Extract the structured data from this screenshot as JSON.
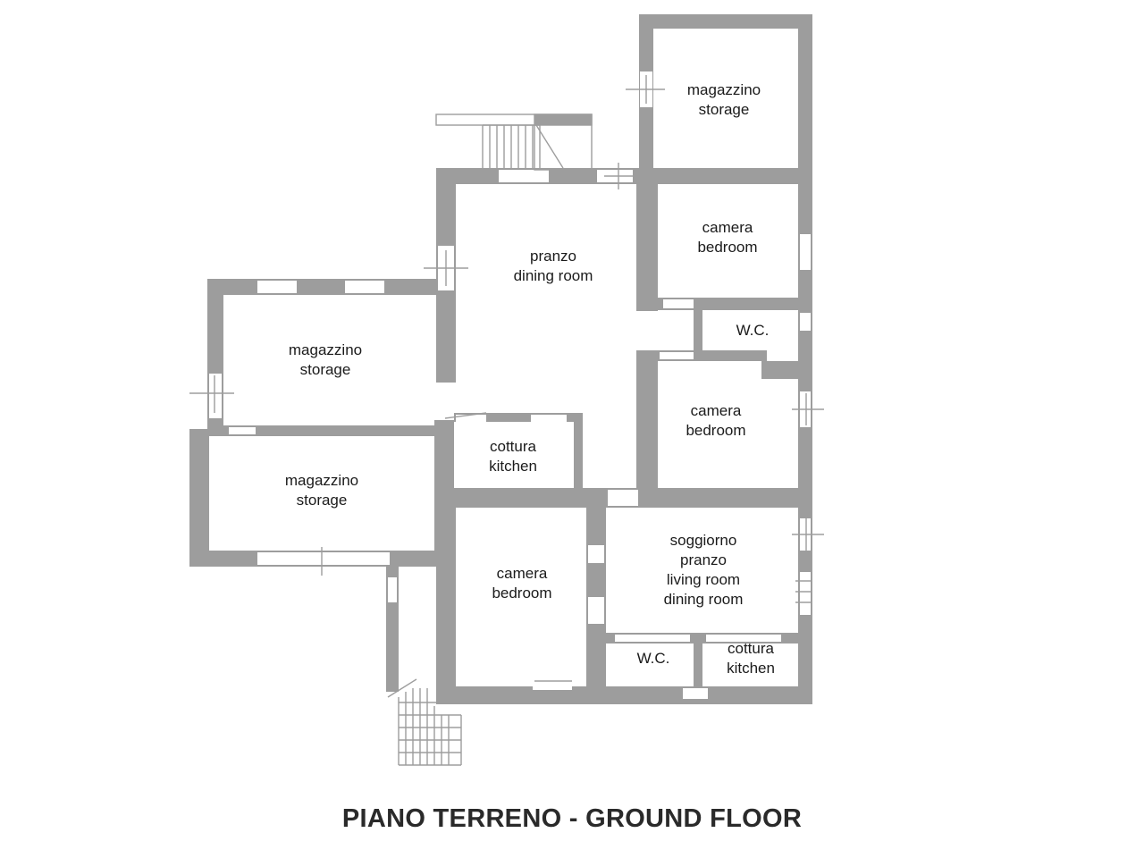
{
  "title": "PIANO TERRENO - GROUND FLOOR",
  "rooms": [
    {
      "id": "storage-top",
      "it": "magazzino",
      "en": "storage"
    },
    {
      "id": "dining-top",
      "it": "pranzo",
      "en": "dining room"
    },
    {
      "id": "bedroom-upper-right",
      "it": "camera",
      "en": "bedroom"
    },
    {
      "id": "wc-upper",
      "it": "W.C."
    },
    {
      "id": "storage-left-upper",
      "it": "magazzino",
      "en": "storage"
    },
    {
      "id": "bedroom-mid-right",
      "it": "camera",
      "en": "bedroom"
    },
    {
      "id": "kitchen-center",
      "it": "cottura",
      "en": "kitchen"
    },
    {
      "id": "storage-left-lower",
      "it": "magazzino",
      "en": "storage"
    },
    {
      "id": "bedroom-lower",
      "it": "camera",
      "en": "bedroom"
    },
    {
      "id": "living-lower",
      "lines": [
        "soggiorno",
        "pranzo",
        "living room",
        "dining room"
      ]
    },
    {
      "id": "wc-lower",
      "it": "W.C."
    },
    {
      "id": "kitchen-lower",
      "it": "cottura",
      "en": "kitchen"
    }
  ],
  "colors": {
    "wall": "#9d9d9d",
    "text": "#1b1b1b",
    "background": "#ffffff"
  }
}
